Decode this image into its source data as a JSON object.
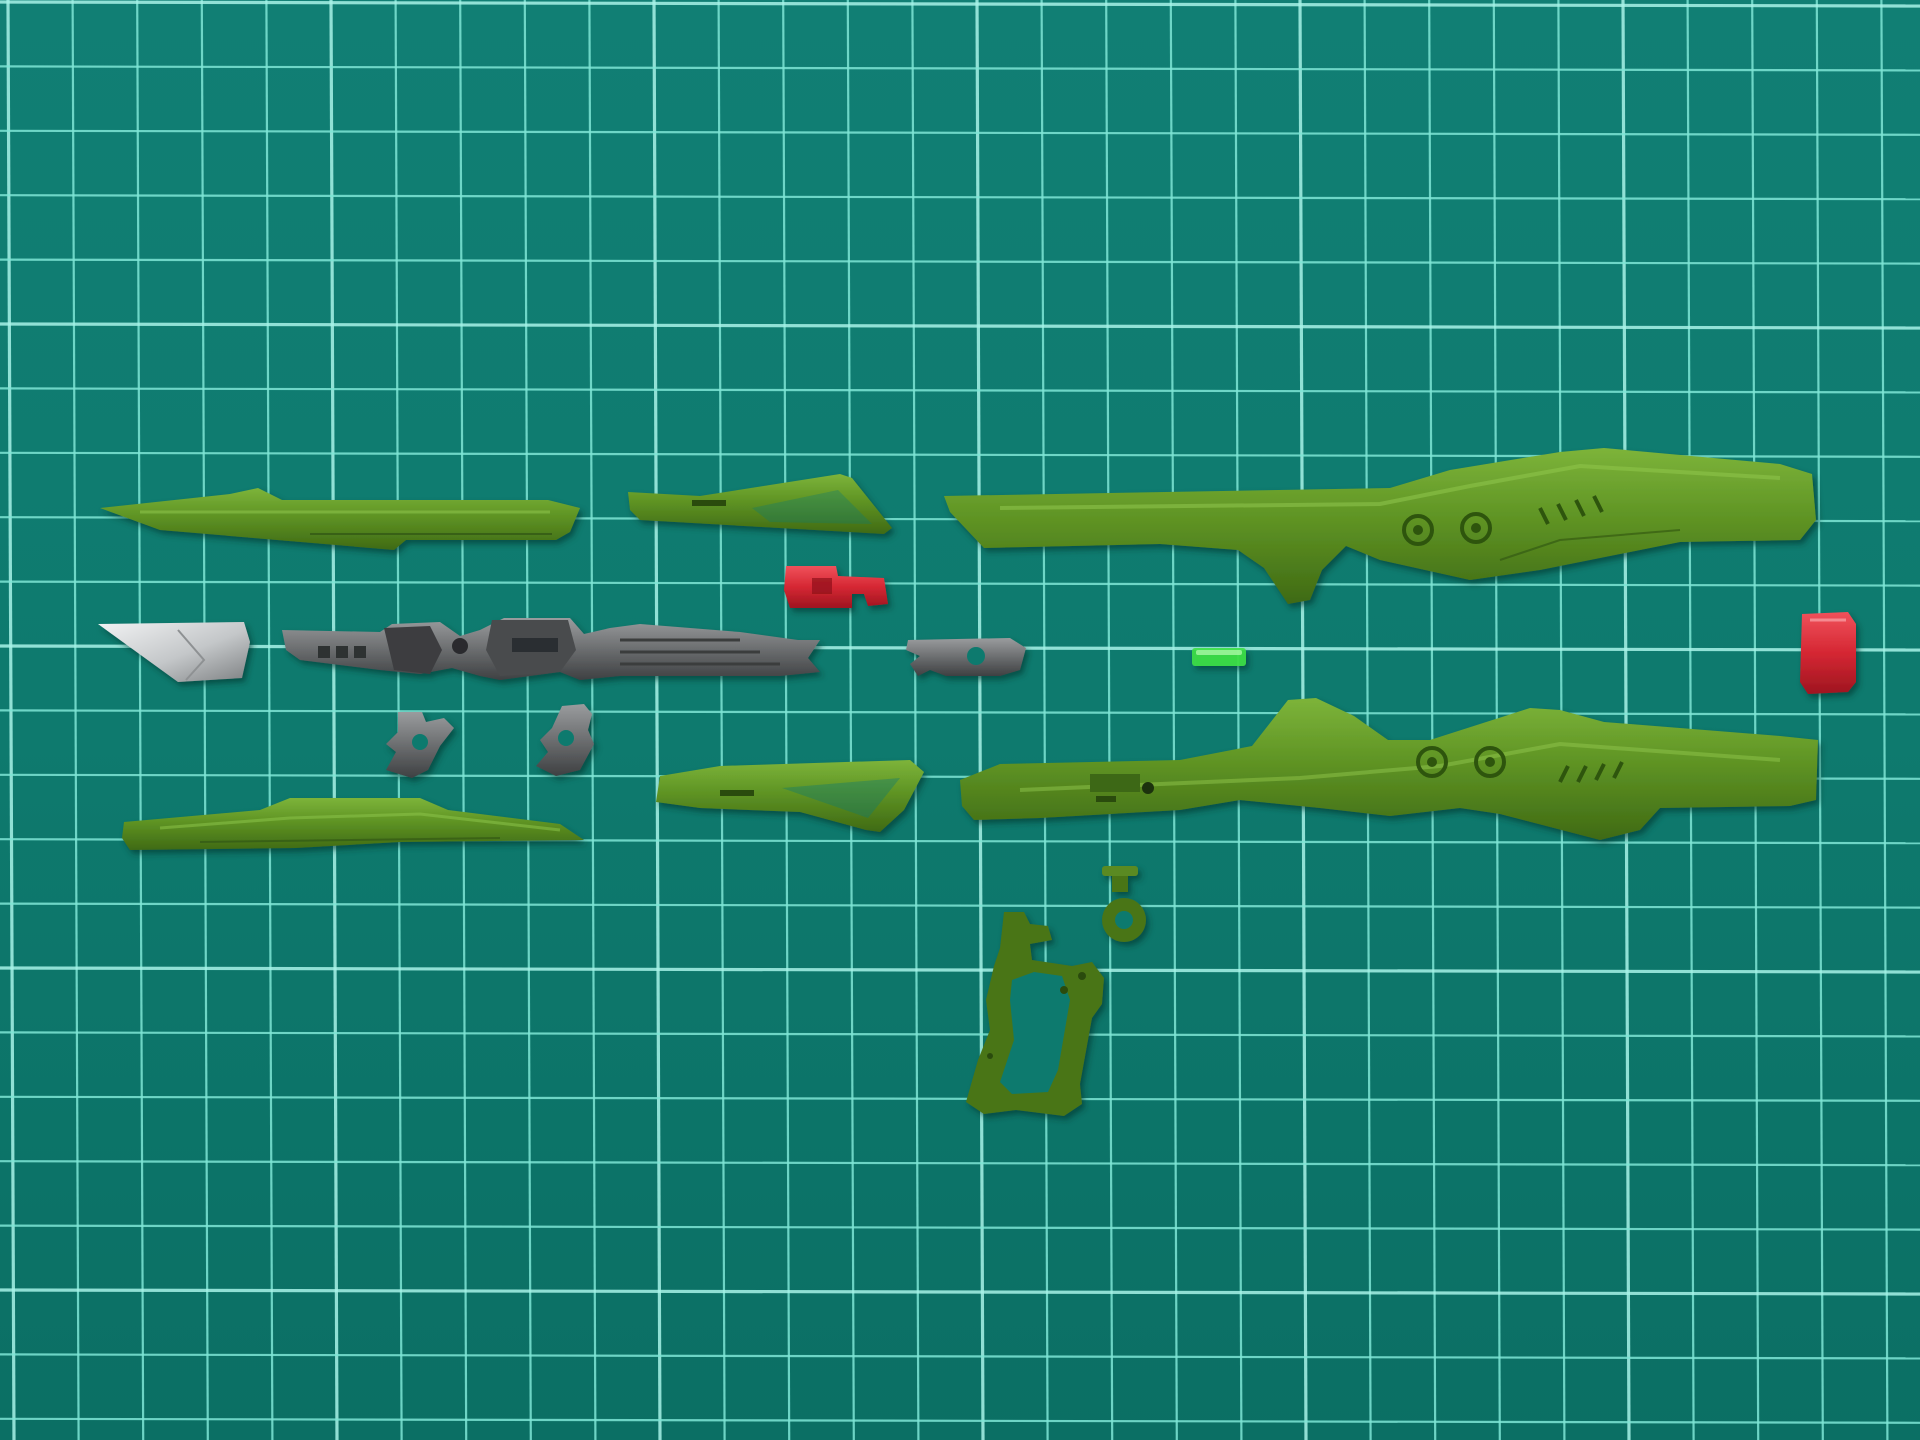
{
  "scene": {
    "mat": {
      "base_color": "#0f7e72",
      "grid_color": "#7fe6d6",
      "major_grid_color": "#a8f3e8"
    },
    "part_colors": {
      "green_armor": "#5c8f22",
      "green_armor_light": "#78ad33",
      "green_armor_dark": "#3f6a14",
      "olive_frame": "#4a7418",
      "grey_frame": "#6e7071",
      "grey_frame_dark": "#3a3c3e",
      "silver_blade": "#c9ccce",
      "red_part": "#d92a36",
      "clear_green": "#3ee046"
    },
    "parts": [
      {
        "name": "left-upper-armor-strip",
        "color": "green_armor"
      },
      {
        "name": "middle-upper-fin",
        "color": "green_armor"
      },
      {
        "name": "right-upper-rifle-half",
        "color": "green_armor"
      },
      {
        "name": "red-sight-block",
        "color": "red_part"
      },
      {
        "name": "silver-blade-tip",
        "color": "silver_blade"
      },
      {
        "name": "grey-inner-frame",
        "color": "grey_frame"
      },
      {
        "name": "grey-clip",
        "color": "grey_frame"
      },
      {
        "name": "clear-green-lens",
        "color": "clear_green"
      },
      {
        "name": "red-end-cap",
        "color": "red_part"
      },
      {
        "name": "small-grey-joint-left",
        "color": "grey_frame"
      },
      {
        "name": "small-grey-joint-right",
        "color": "grey_frame"
      },
      {
        "name": "middle-lower-fin",
        "color": "green_armor"
      },
      {
        "name": "right-lower-rifle-half",
        "color": "green_armor"
      },
      {
        "name": "left-lower-armor-strip",
        "color": "green_armor"
      },
      {
        "name": "olive-peg-piece",
        "color": "olive_frame"
      },
      {
        "name": "olive-grip-frame",
        "color": "olive_frame"
      }
    ]
  }
}
